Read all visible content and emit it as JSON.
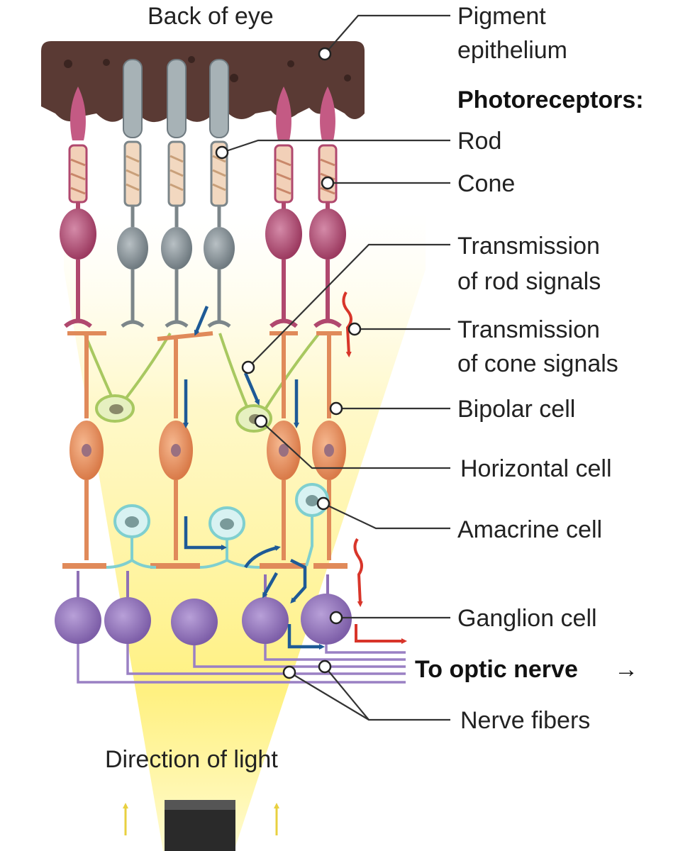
{
  "labels": {
    "back_of_eye": "Back of eye",
    "pigment_epithelium_line1": "Pigment",
    "pigment_epithelium_line2": "epithelium",
    "photoreceptors": "Photoreceptors:",
    "rod": "Rod",
    "cone": "Cone",
    "rod_signals_line1": "Transmission",
    "rod_signals_line2": "of rod signals",
    "cone_signals_line1": "Transmission",
    "cone_signals_line2": "of cone signals",
    "bipolar_cell": "Bipolar cell",
    "horizontal_cell": "Horizontal cell",
    "amacrine_cell": "Amacrine cell",
    "ganglion_cell": "Ganglion cell",
    "to_optic_nerve": "To optic nerve",
    "to_optic_nerve_arrow": "→",
    "nerve_fibers": "Nerve fibers",
    "direction_of_light": "Direction of light"
  },
  "colors": {
    "pigment_epithelium": "#5a3a34",
    "cone": "#b0486e",
    "rod": "#8d989c",
    "bipolar": "#e08a5a",
    "horizontal": "#b9d27a",
    "amacrine": "#7fcfcf",
    "ganglion": "#8f70b6",
    "rod_signal_arrow": "#1e5a96",
    "cone_signal_arrow": "#d8352a",
    "light": "#fff3a0"
  }
}
